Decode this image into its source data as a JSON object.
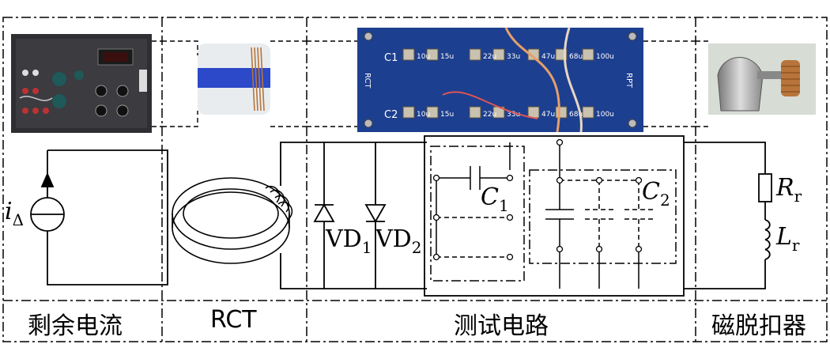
{
  "sections": [
    {
      "id": "residual-current",
      "label": "剩余电流"
    },
    {
      "id": "rct",
      "label": "RCT"
    },
    {
      "id": "test-circuit",
      "label": "测试电路"
    },
    {
      "id": "magnetic-trip",
      "label": "磁脱扣器"
    }
  ],
  "symbols": {
    "source": {
      "main": "i",
      "sub": "Δ"
    },
    "vd1": {
      "main": "VD",
      "sub": "1"
    },
    "vd2": {
      "main": "VD",
      "sub": "2"
    },
    "c1": {
      "main": "C",
      "sub": "1"
    },
    "c2": {
      "main": "C",
      "sub": "2"
    },
    "rr": {
      "main": "R",
      "sub": "r"
    },
    "lr": {
      "main": "L",
      "sub": "r"
    }
  },
  "board": {
    "row1_label": "C1",
    "row2_label": "C2",
    "row1_values": [
      "10u",
      "15u",
      "22u",
      "33u",
      "47u",
      "68u",
      "100u"
    ],
    "row2_values": [
      "10u",
      "15u",
      "22u",
      "33u",
      "47u",
      "68u",
      "100u"
    ],
    "side_left": "RCT",
    "side_right": "RPT"
  },
  "colors": {
    "line": "#000000",
    "board": "#1d3f8f",
    "tape": "#2b49c8",
    "copper": "#b8743a"
  }
}
